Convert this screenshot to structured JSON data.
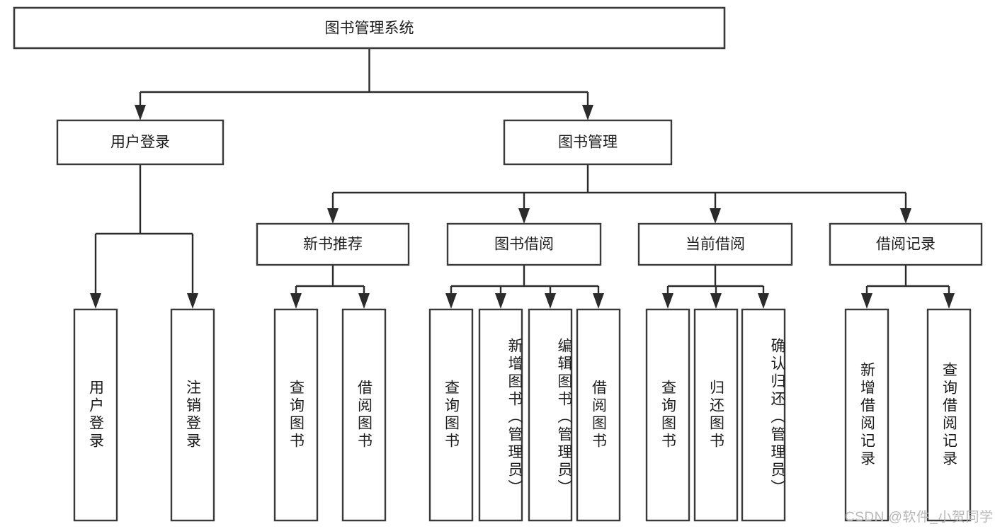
{
  "diagram": {
    "title": "图书管理系统",
    "watermark": "CSDN @软件_小贺同学",
    "colors": {
      "box_stroke": "#3a3a3a",
      "line": "#2b2b2b",
      "text": "#1c1c1c",
      "background": "#ffffff",
      "watermark": "#b8b8b8"
    },
    "root": {
      "label": "图书管理系统"
    },
    "level2": [
      {
        "label": "用户登录"
      },
      {
        "label": "图书管理"
      }
    ],
    "level3": [
      {
        "label": "新书推荐"
      },
      {
        "label": "图书借阅"
      },
      {
        "label": "当前借阅"
      },
      {
        "label": "借阅记录"
      }
    ],
    "leaves": {
      "user_login": [
        {
          "label": "用户登录"
        },
        {
          "label": "注销登录"
        }
      ],
      "new_book_recommend": [
        {
          "label": "查询图书"
        },
        {
          "label": "借阅图书"
        }
      ],
      "book_borrow": [
        {
          "label": "查询图书"
        },
        {
          "label": "新增图书（管理员）"
        },
        {
          "label": "编辑图书（管理员）"
        },
        {
          "label": "借阅图书"
        }
      ],
      "current_borrow": [
        {
          "label": "查询图书"
        },
        {
          "label": "归还图书"
        },
        {
          "label": "确认归还（管理员）"
        }
      ],
      "borrow_record": [
        {
          "label": "新增借阅记录"
        },
        {
          "label": "查询借阅记录"
        }
      ]
    }
  },
  "chart_data": {
    "type": "tree",
    "title": "图书管理系统",
    "nodes": [
      {
        "id": "root",
        "label": "图书管理系统",
        "level": 0,
        "parent": null
      },
      {
        "id": "n-user-login",
        "label": "用户登录",
        "level": 1,
        "parent": "root"
      },
      {
        "id": "n-book-manage",
        "label": "图书管理",
        "level": 1,
        "parent": "root"
      },
      {
        "id": "n-new-book",
        "label": "新书推荐",
        "level": 2,
        "parent": "n-book-manage"
      },
      {
        "id": "n-book-borrow",
        "label": "图书借阅",
        "level": 2,
        "parent": "n-book-manage"
      },
      {
        "id": "n-current-borrow",
        "label": "当前借阅",
        "level": 2,
        "parent": "n-book-manage"
      },
      {
        "id": "n-borrow-record",
        "label": "借阅记录",
        "level": 2,
        "parent": "n-book-manage"
      },
      {
        "id": "l-user-login",
        "label": "用户登录",
        "level": 2,
        "parent": "n-user-login"
      },
      {
        "id": "l-logout",
        "label": "注销登录",
        "level": 2,
        "parent": "n-user-login"
      },
      {
        "id": "l-nb-query",
        "label": "查询图书",
        "level": 3,
        "parent": "n-new-book"
      },
      {
        "id": "l-nb-borrow",
        "label": "借阅图书",
        "level": 3,
        "parent": "n-new-book"
      },
      {
        "id": "l-bb-query",
        "label": "查询图书",
        "level": 3,
        "parent": "n-book-borrow"
      },
      {
        "id": "l-bb-add",
        "label": "新增图书（管理员）",
        "level": 3,
        "parent": "n-book-borrow"
      },
      {
        "id": "l-bb-edit",
        "label": "编辑图书（管理员）",
        "level": 3,
        "parent": "n-book-borrow"
      },
      {
        "id": "l-bb-borrow",
        "label": "借阅图书",
        "level": 3,
        "parent": "n-book-borrow"
      },
      {
        "id": "l-cb-query",
        "label": "查询图书",
        "level": 3,
        "parent": "n-current-borrow"
      },
      {
        "id": "l-cb-return",
        "label": "归还图书",
        "level": 3,
        "parent": "n-current-borrow"
      },
      {
        "id": "l-cb-confirm",
        "label": "确认归还（管理员）",
        "level": 3,
        "parent": "n-current-borrow"
      },
      {
        "id": "l-br-add",
        "label": "新增借阅记录",
        "level": 3,
        "parent": "n-borrow-record"
      },
      {
        "id": "l-br-query",
        "label": "查询借阅记录",
        "level": 3,
        "parent": "n-borrow-record"
      }
    ],
    "edge_style": "orthogonal-arrow",
    "orientation": "top-down"
  }
}
